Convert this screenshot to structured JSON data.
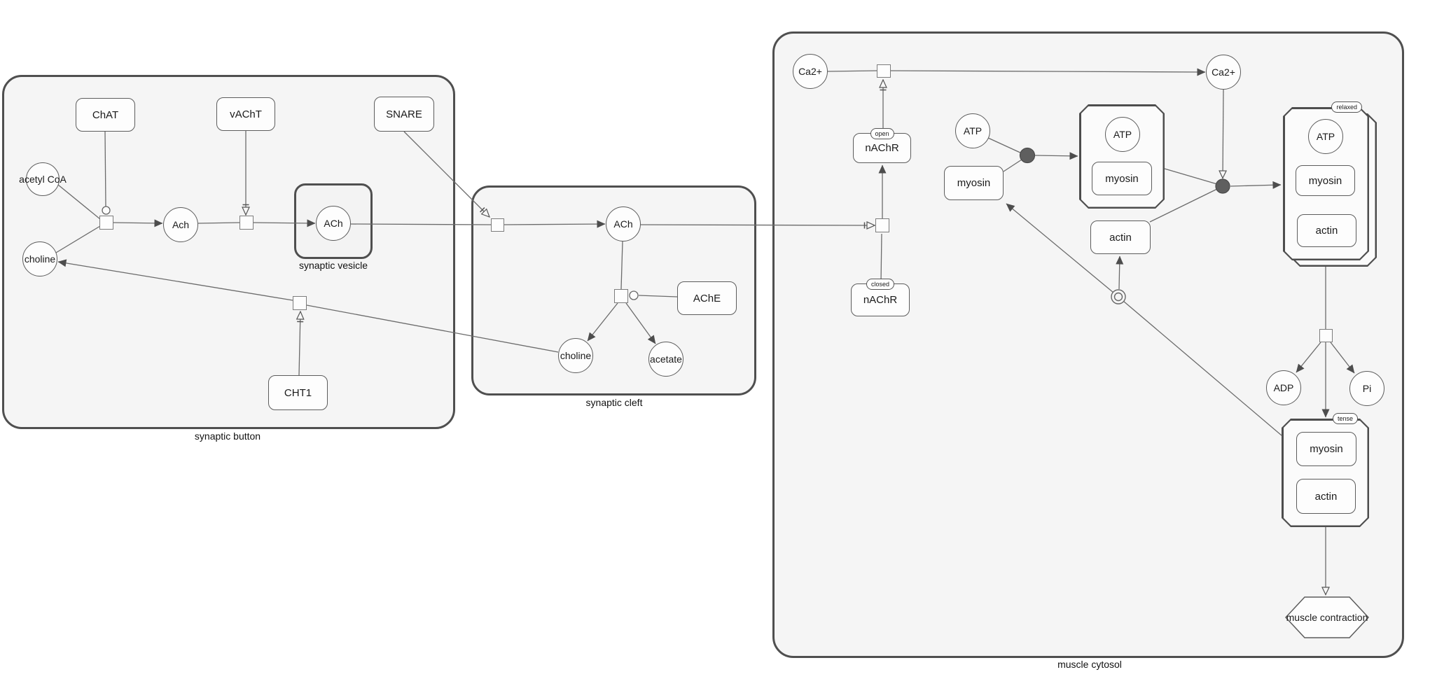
{
  "colors": {
    "compartment_fill": "#f5f5f5",
    "compartment_border": "#4f4f4f",
    "node_fill": "#fdfdfd",
    "node_border": "#5c5c5c",
    "edge": "#6b6b6b",
    "production_arrow": "#4d4d4d",
    "association_dot": "#5f5f5f"
  },
  "compartments": {
    "synaptic_button": {
      "label": "synaptic button"
    },
    "synaptic_vesicle": {
      "label": "synaptic vesicle"
    },
    "synaptic_cleft": {
      "label": "synaptic cleft"
    },
    "muscle_cytosol": {
      "label": "muscle cytosol"
    }
  },
  "nodes": {
    "chat": {
      "label": "ChAT"
    },
    "vacht": {
      "label": "vAChT"
    },
    "snare": {
      "label": "SNARE"
    },
    "cht1": {
      "label": "CHT1"
    },
    "ache": {
      "label": "AChE"
    },
    "acetyl_coa": {
      "label": "acetyl CoA"
    },
    "choline_button": {
      "label": "choline"
    },
    "ach_button": {
      "label": "Ach"
    },
    "ach_vesicle": {
      "label": "ACh"
    },
    "ach_cleft": {
      "label": "ACh"
    },
    "choline_cleft": {
      "label": "choline"
    },
    "acetate": {
      "label": "acetate"
    },
    "ca2_left": {
      "label": "Ca2+"
    },
    "ca2_right": {
      "label": "Ca2+"
    },
    "nachr_open": {
      "label": "nAChR",
      "state": "open"
    },
    "nachr_closed": {
      "label": "nAChR",
      "state": "closed"
    },
    "atp_free": {
      "label": "ATP"
    },
    "myosin_free": {
      "label": "myosin"
    },
    "actin_free": {
      "label": "actin"
    },
    "adp": {
      "label": "ADP"
    },
    "pi": {
      "label": "Pi"
    },
    "complex_atp_myosin": {
      "atp": "ATP",
      "myosin": "myosin"
    },
    "complex_relaxed": {
      "state": "relaxed",
      "atp": "ATP",
      "myosin": "myosin",
      "actin": "actin"
    },
    "complex_tense": {
      "state": "tense",
      "myosin": "myosin",
      "actin": "actin"
    },
    "muscle_contraction": {
      "label": "muscle contraction"
    }
  }
}
